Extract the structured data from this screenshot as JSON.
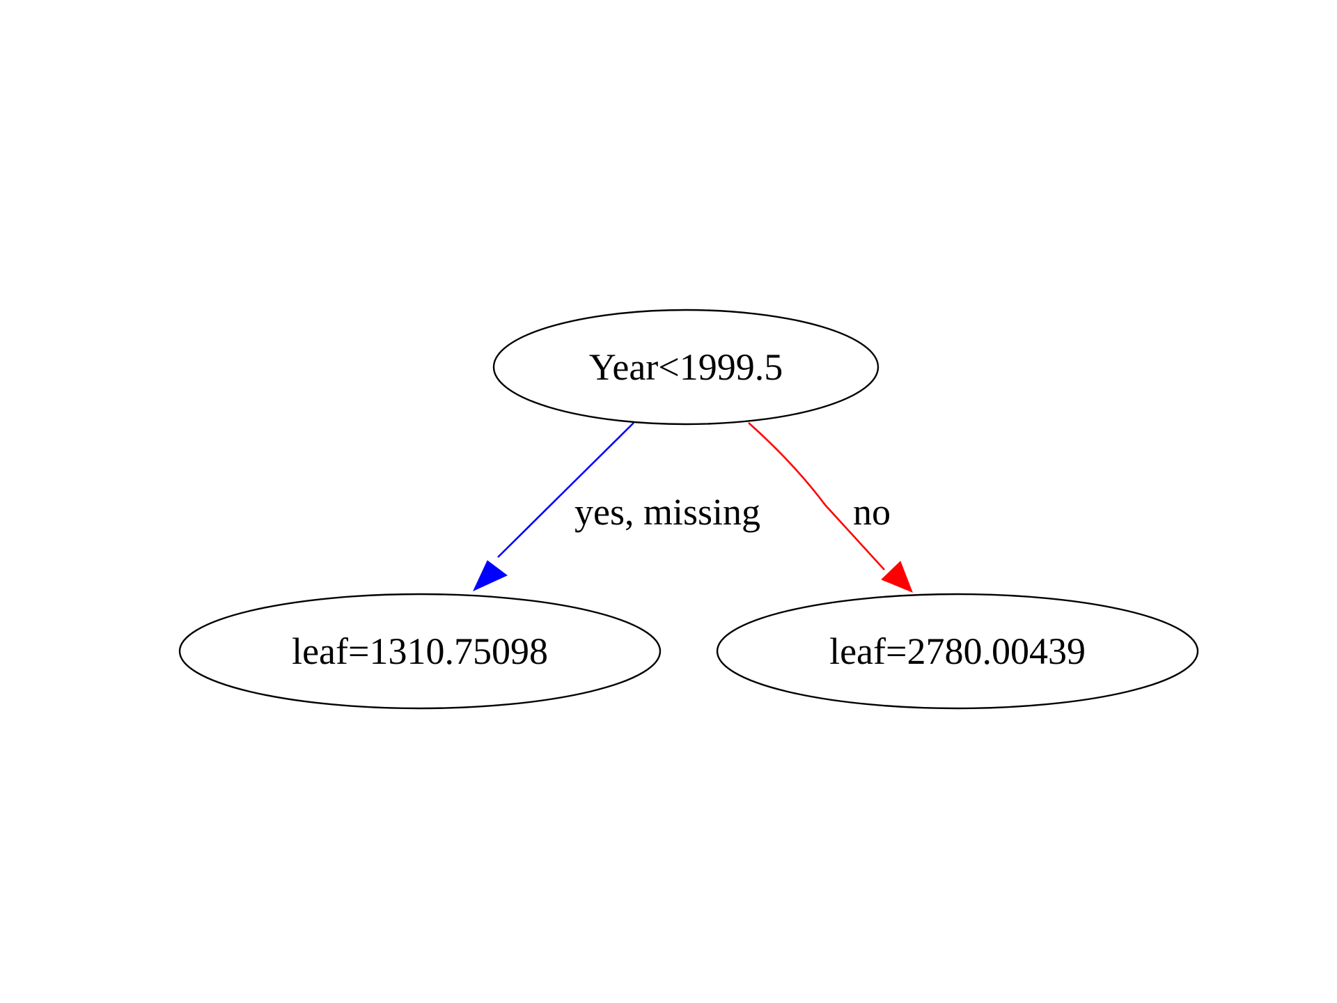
{
  "tree": {
    "root": {
      "label": "Year<1999.5"
    },
    "left_leaf": {
      "label": "leaf=1310.75098"
    },
    "right_leaf": {
      "label": "leaf=2780.00439"
    },
    "edges": {
      "left": {
        "label": "yes, missing",
        "color": "#0000ff"
      },
      "right": {
        "label": "no",
        "color": "#ff0000"
      }
    }
  }
}
